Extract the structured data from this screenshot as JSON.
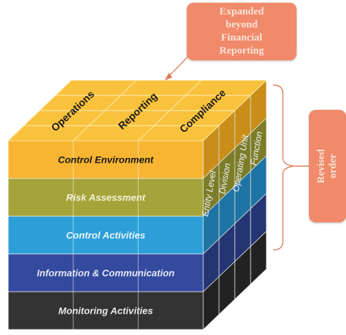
{
  "callouts": {
    "expanded": [
      "Expanded",
      "beyond",
      "Financial",
      "Reporting"
    ],
    "revised": [
      "Revised",
      "order"
    ]
  },
  "cube": {
    "top_objectives": [
      "Operations",
      "Reporting",
      "Compliance"
    ],
    "components": [
      {
        "label": "Control Environment",
        "color": "#f7b531",
        "side": "#c98e18",
        "text": "#1a1a1a"
      },
      {
        "label": "Risk Assessment",
        "color": "#a5a43a",
        "side": "#7d7c27",
        "text": "#f2f0d8"
      },
      {
        "label": "Control Activities",
        "color": "#2d9fd8",
        "side": "#1e74a3",
        "text": "#eaf6fd"
      },
      {
        "label": "Information & Communication",
        "color": "#344a9e",
        "side": "#243574",
        "text": "#e4e8f6"
      },
      {
        "label": "Monitoring Activities",
        "color": "#333333",
        "side": "#222222",
        "text": "#e8e8e8"
      }
    ],
    "structure": [
      "Entity Level",
      "Division",
      "Operating Unit",
      "Function"
    ],
    "colors": {
      "top": "#f9c23d",
      "top_line": "#fde9a6",
      "grid": "#d8d8d8"
    }
  }
}
